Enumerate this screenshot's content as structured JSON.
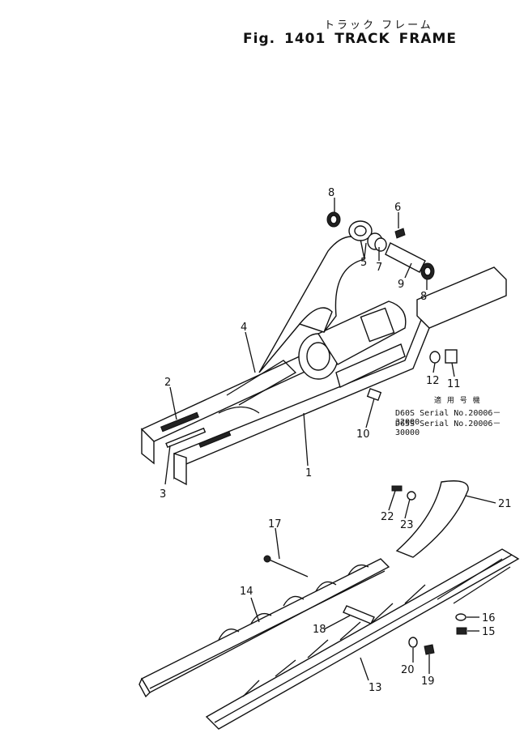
{
  "header": {
    "japanese_title": "トラック フレーム",
    "figure_title": "Fig. 1401  TRACK FRAME"
  },
  "applicability": {
    "japanese_heading": "適 用 号 機",
    "serials": [
      "D60S Serial No.20006－32000",
      "D65S Serial No.20006－30000"
    ]
  },
  "callouts": [
    "1",
    "2",
    "3",
    "4",
    "5",
    "6",
    "7",
    "8",
    "8",
    "9",
    "10",
    "11",
    "12",
    "13",
    "14",
    "15",
    "16",
    "17",
    "18",
    "19",
    "20",
    "21",
    "22",
    "23"
  ]
}
